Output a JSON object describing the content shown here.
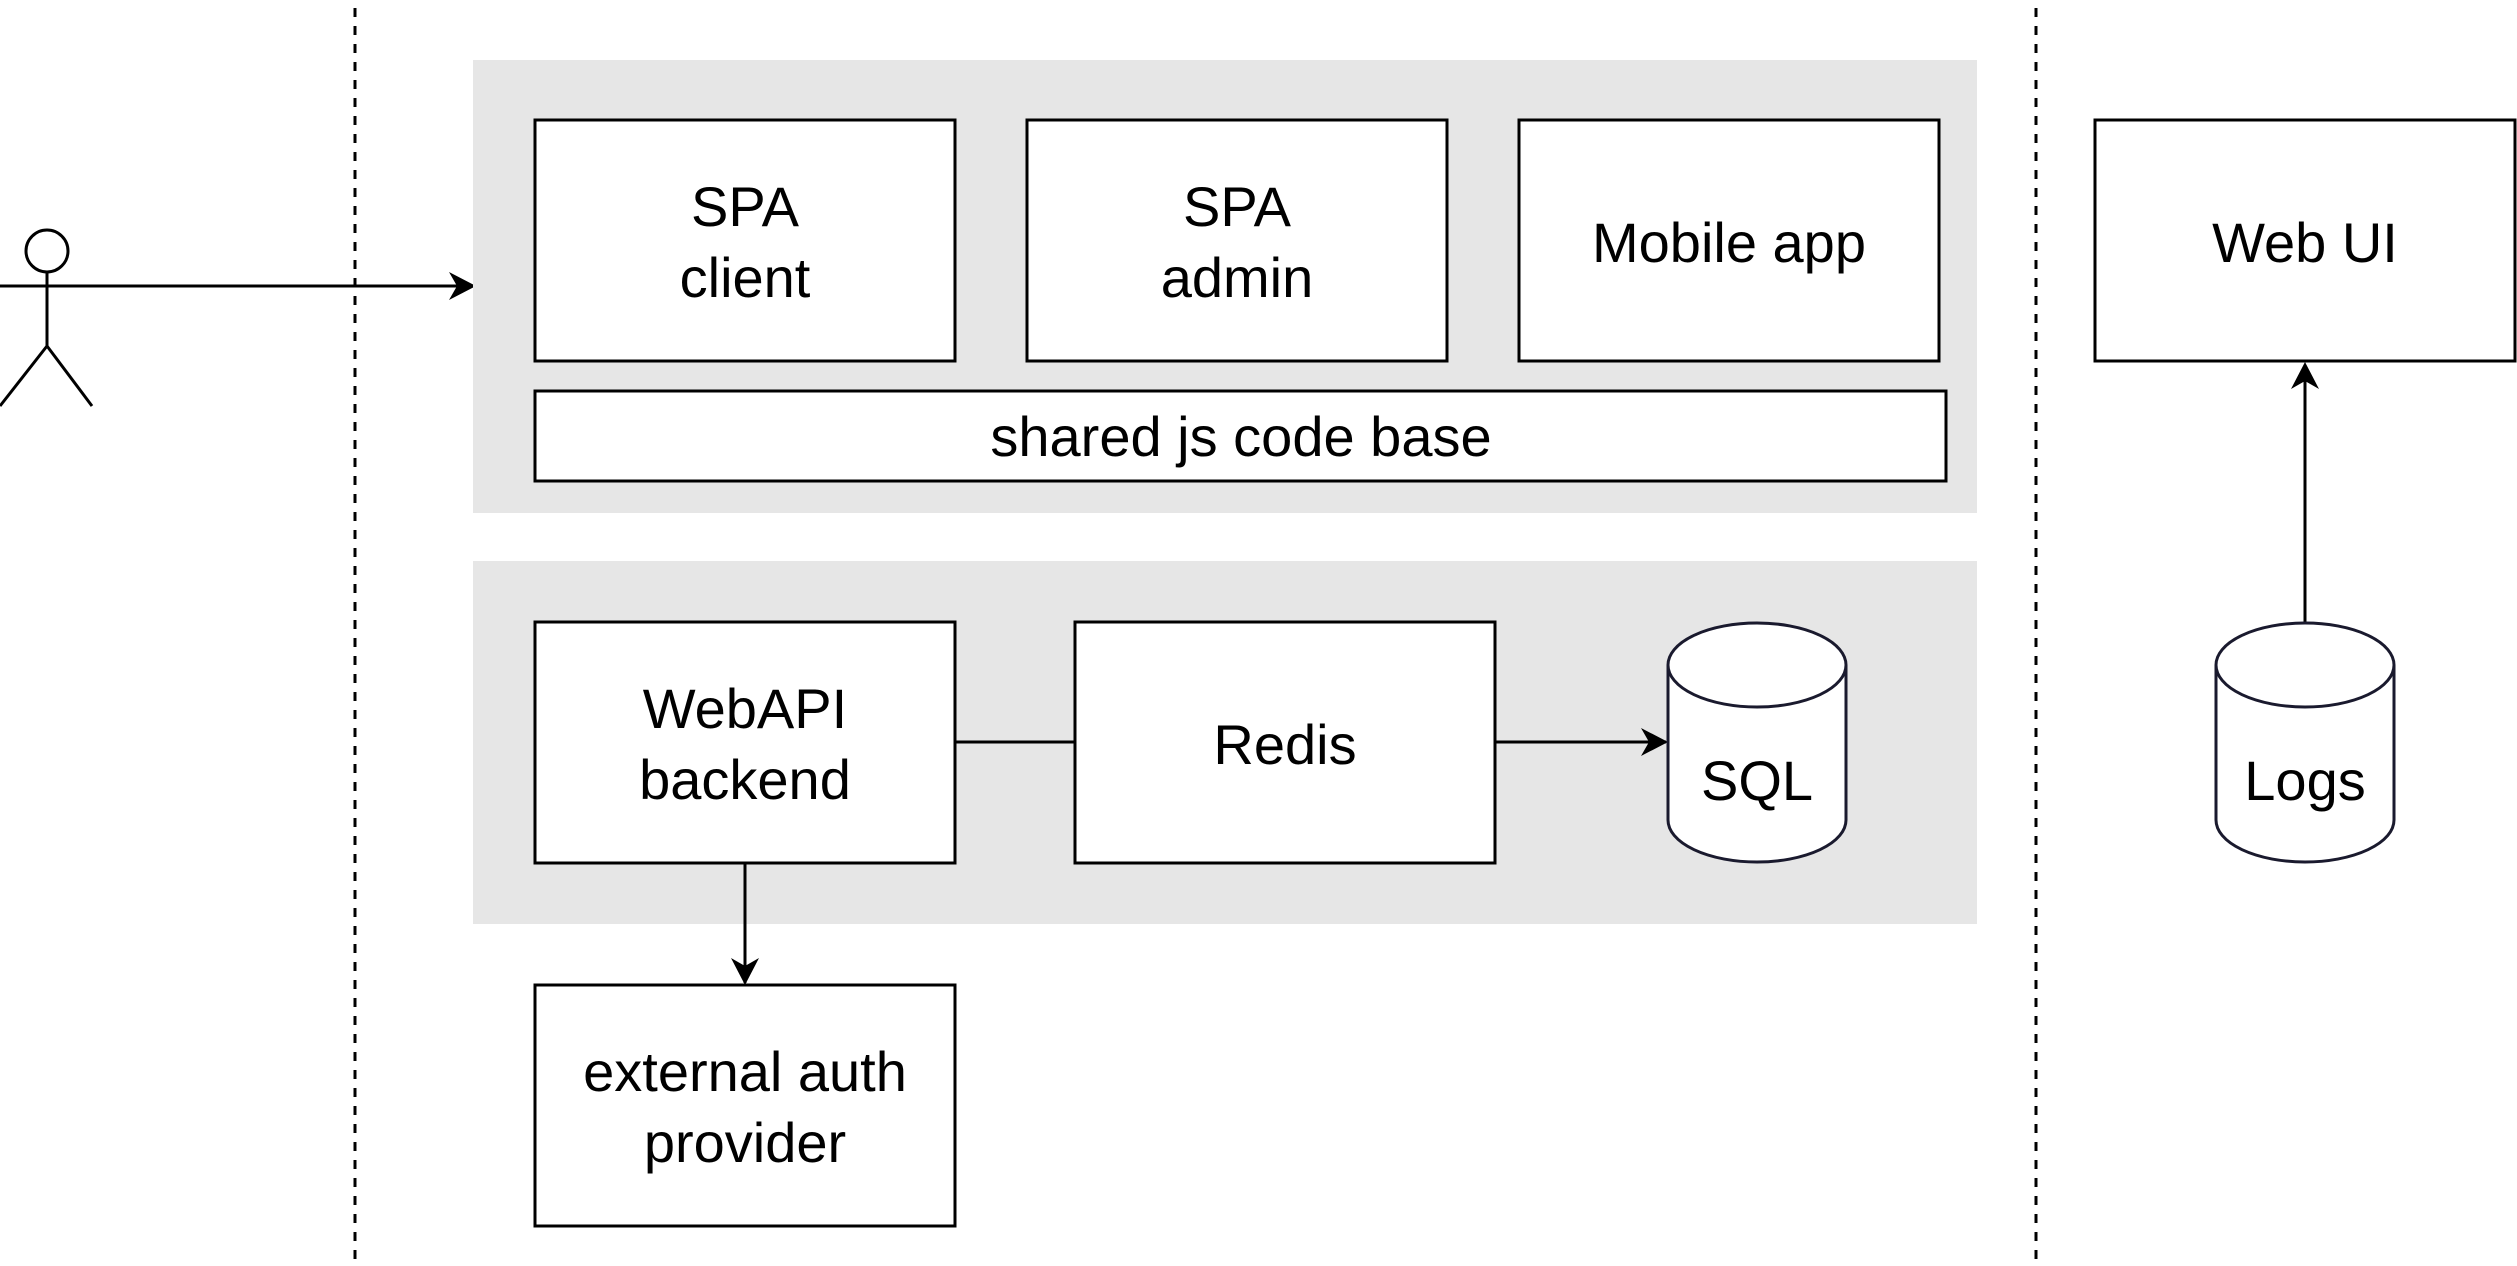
{
  "frontend_group": {
    "spa_client": {
      "line1": "SPA",
      "line2": "client"
    },
    "spa_admin": {
      "line1": "SPA",
      "line2": "admin"
    },
    "mobile_app": {
      "label": "Mobile app"
    },
    "shared_code": {
      "label": "shared js code base"
    }
  },
  "backend_group": {
    "webapi": {
      "line1": "WebAPI",
      "line2": "backend"
    },
    "redis": {
      "label": "Redis"
    },
    "sql": {
      "label": "SQL"
    }
  },
  "external_auth": {
    "line1": "external auth",
    "line2": "provider"
  },
  "logging": {
    "web_ui": {
      "label": "Web UI"
    },
    "logs": {
      "label": "Logs"
    }
  },
  "colors": {
    "group_fill": "#e6e6e6",
    "stroke": "#000000",
    "db_stroke": "#1a1a2e",
    "background": "#ffffff"
  }
}
